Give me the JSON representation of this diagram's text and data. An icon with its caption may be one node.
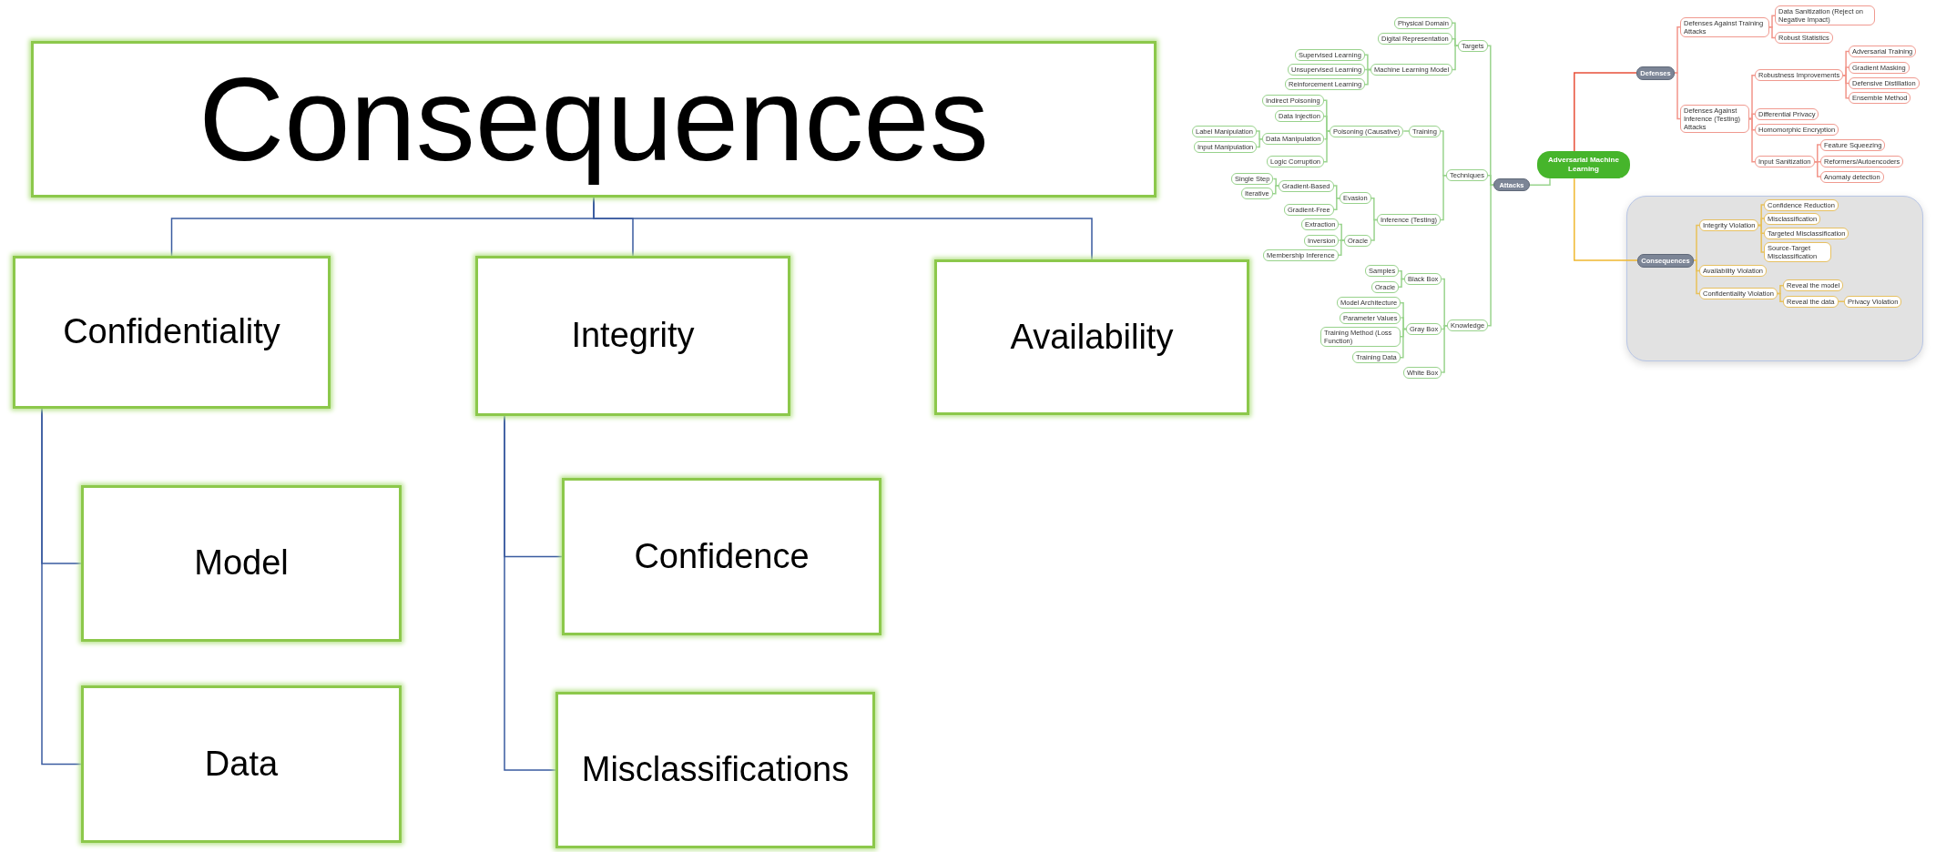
{
  "diagram": {
    "nodes": [
      {
        "text": [
          "Consequences"
        ]
      },
      {
        "text": [
          "Confidentiality"
        ]
      },
      {
        "text": [
          "Integrity"
        ]
      },
      {
        "text": [
          "Availability"
        ]
      },
      {
        "text": [
          "Model"
        ]
      },
      {
        "text": [
          "Data"
        ]
      },
      {
        "text": [
          "Confidence"
        ]
      },
      {
        "text": [
          "Misclassifications"
        ]
      },
      {
        "text": [
          "Adversarial Machine Learning"
        ]
      },
      {
        "text": [
          "Attacks"
        ]
      },
      {
        "text": [
          "Targets"
        ]
      },
      {
        "text": [
          "Physical Domain"
        ]
      },
      {
        "text": [
          "Digital Representation"
        ]
      },
      {
        "text": [
          "Machine Learning Model"
        ]
      },
      {
        "text": [
          "Supervised Learning"
        ]
      },
      {
        "text": [
          "Unsupervised Learning"
        ]
      },
      {
        "text": [
          "Reinforcement Learning"
        ]
      },
      {
        "text": [
          "Techniques"
        ]
      },
      {
        "text": [
          "Training"
        ]
      },
      {
        "text": [
          "Poisoning (Causative)"
        ]
      },
      {
        "text": [
          "Indirect Poisoning"
        ]
      },
      {
        "text": [
          "Data Injection"
        ]
      },
      {
        "text": [
          "Data Manipulation"
        ]
      },
      {
        "text": [
          "Label Manipulation"
        ]
      },
      {
        "text": [
          "Input Manipulation"
        ]
      },
      {
        "text": [
          "Logic Corruption"
        ]
      },
      {
        "text": [
          "Inference (Testing)"
        ]
      },
      {
        "text": [
          "Evasion"
        ]
      },
      {
        "text": [
          "Gradient-Based"
        ]
      },
      {
        "text": [
          "Single Step"
        ]
      },
      {
        "text": [
          "Iterative"
        ]
      },
      {
        "text": [
          "Gradient-Free"
        ]
      },
      {
        "text": [
          "Oracle"
        ]
      },
      {
        "text": [
          "Extraction"
        ]
      },
      {
        "text": [
          "Inversion"
        ]
      },
      {
        "text": [
          "Membership Inference"
        ]
      },
      {
        "text": [
          "Knowledge"
        ]
      },
      {
        "text": [
          "Black Box"
        ]
      },
      {
        "text": [
          "Samples"
        ]
      },
      {
        "text": [
          "Oracle"
        ]
      },
      {
        "text": [
          "Gray Box"
        ]
      },
      {
        "text": [
          "Model Architecture"
        ]
      },
      {
        "text": [
          "Parameter Values"
        ]
      },
      {
        "text": [
          "Training Method (Loss Function)"
        ]
      },
      {
        "text": [
          "Training Data"
        ]
      },
      {
        "text": [
          "White Box"
        ]
      },
      {
        "text": [
          "Defenses"
        ]
      },
      {
        "text": [
          "Defenses Against Training Attacks"
        ]
      },
      {
        "text": [
          "Data Sanitization (Reject on Negative Impact)"
        ]
      },
      {
        "text": [
          "Robust Statistics"
        ]
      },
      {
        "text": [
          "Defenses Against Inference (Testing) Attacks"
        ]
      },
      {
        "text": [
          "Robustness Improvements"
        ]
      },
      {
        "text": [
          "Adversarial Training"
        ]
      },
      {
        "text": [
          "Gradient Masking"
        ]
      },
      {
        "text": [
          "Defensive Distillation"
        ]
      },
      {
        "text": [
          "Ensemble Method"
        ]
      },
      {
        "text": [
          "Differential Privacy"
        ]
      },
      {
        "text": [
          "Homomorphic Encryption"
        ]
      },
      {
        "text": [
          "Input Sanitization"
        ]
      },
      {
        "text": [
          "Feature Squeezing"
        ]
      },
      {
        "text": [
          "Reformers/Autoencoders"
        ]
      },
      {
        "text": [
          "Anomaly detection"
        ]
      },
      {
        "text": [],
        "shape": "box"
      },
      {
        "text": [
          "Consequences"
        ],
        "in": 62
      },
      {
        "text": [
          "Integrity Violation"
        ],
        "in": 62
      },
      {
        "text": [
          "Confidence Reduction"
        ],
        "in": 62
      },
      {
        "text": [
          "Misclassification"
        ],
        "in": 62
      },
      {
        "text": [
          "Targeted Misclassification"
        ],
        "in": 62
      },
      {
        "text": [
          "Source-Target Misclassification"
        ],
        "in": 62
      },
      {
        "text": [
          "Availability Violation"
        ],
        "in": 62
      },
      {
        "text": [
          "Confidentiality Violation"
        ],
        "in": 62
      },
      {
        "text": [
          "Reveal the model"
        ],
        "in": 62
      },
      {
        "text": [
          "Reveal the data"
        ],
        "in": 62
      },
      {
        "text": [
          "Privacy Violation"
        ],
        "in": 62
      }
    ],
    "edges": [
      {
        "from": 0,
        "to": 1,
        "arrow": "none",
        "color": "#3a5ba0"
      },
      {
        "from": 0,
        "to": 2,
        "arrow": "none",
        "color": "#3a5ba0"
      },
      {
        "from": 0,
        "to": 3,
        "arrow": "none",
        "color": "#3a5ba0"
      },
      {
        "from": 1,
        "to": 4,
        "arrow": "none",
        "color": "#3a5ba0"
      },
      {
        "from": 1,
        "to": 5,
        "arrow": "none",
        "color": "#3a5ba0"
      },
      {
        "from": 2,
        "to": 6,
        "arrow": "none",
        "color": "#3a5ba0"
      },
      {
        "from": 2,
        "to": 7,
        "arrow": "none",
        "color": "#3a5ba0"
      },
      {
        "from": 8,
        "to": 9,
        "arrow": "none"
      },
      {
        "from": 9,
        "to": 10,
        "arrow": "none"
      },
      {
        "from": 9,
        "to": 17,
        "arrow": "none"
      },
      {
        "from": 9,
        "to": 36,
        "arrow": "none"
      },
      {
        "from": 10,
        "to": 11,
        "arrow": "none"
      },
      {
        "from": 10,
        "to": 12,
        "arrow": "none"
      },
      {
        "from": 10,
        "to": 13,
        "arrow": "none"
      },
      {
        "from": 13,
        "to": 14,
        "arrow": "none"
      },
      {
        "from": 13,
        "to": 15,
        "arrow": "none"
      },
      {
        "from": 13,
        "to": 16,
        "arrow": "none"
      },
      {
        "from": 17,
        "to": 18,
        "arrow": "none"
      },
      {
        "from": 17,
        "to": 26,
        "arrow": "none"
      },
      {
        "from": 18,
        "to": 19,
        "arrow": "none"
      },
      {
        "from": 19,
        "to": 20,
        "arrow": "none"
      },
      {
        "from": 19,
        "to": 21,
        "arrow": "none"
      },
      {
        "from": 19,
        "to": 22,
        "arrow": "none"
      },
      {
        "from": 19,
        "to": 25,
        "arrow": "none"
      },
      {
        "from": 22,
        "to": 23,
        "arrow": "none"
      },
      {
        "from": 22,
        "to": 24,
        "arrow": "none"
      },
      {
        "from": 26,
        "to": 27,
        "arrow": "none"
      },
      {
        "from": 26,
        "to": 32,
        "arrow": "none"
      },
      {
        "from": 27,
        "to": 28,
        "arrow": "none"
      },
      {
        "from": 27,
        "to": 31,
        "arrow": "none"
      },
      {
        "from": 28,
        "to": 29,
        "arrow": "none"
      },
      {
        "from": 28,
        "to": 30,
        "arrow": "none"
      },
      {
        "from": 32,
        "to": 33,
        "arrow": "none"
      },
      {
        "from": 32,
        "to": 34,
        "arrow": "none"
      },
      {
        "from": 32,
        "to": 35,
        "arrow": "none"
      },
      {
        "from": 36,
        "to": 37,
        "arrow": "none"
      },
      {
        "from": 36,
        "to": 40,
        "arrow": "none"
      },
      {
        "from": 36,
        "to": 45,
        "arrow": "none"
      },
      {
        "from": 37,
        "to": 38,
        "arrow": "none"
      },
      {
        "from": 37,
        "to": 39,
        "arrow": "none"
      },
      {
        "from": 40,
        "to": 41,
        "arrow": "none"
      },
      {
        "from": 40,
        "to": 42,
        "arrow": "none"
      },
      {
        "from": 40,
        "to": 43,
        "arrow": "none"
      },
      {
        "from": 40,
        "to": 44,
        "arrow": "none"
      },
      {
        "from": 8,
        "to": 46,
        "arrow": "none",
        "color": "#e8503a"
      },
      {
        "from": 46,
        "to": 47,
        "arrow": "none",
        "color": "#f2958a"
      },
      {
        "from": 46,
        "to": 50,
        "arrow": "none",
        "color": "#f2958a"
      },
      {
        "from": 47,
        "to": 48,
        "arrow": "none",
        "color": "#f2958a"
      },
      {
        "from": 47,
        "to": 49,
        "arrow": "none",
        "color": "#f2958a"
      },
      {
        "from": 50,
        "to": 51,
        "arrow": "none",
        "color": "#f2958a"
      },
      {
        "from": 50,
        "to": 56,
        "arrow": "none",
        "color": "#f2958a"
      },
      {
        "from": 50,
        "to": 57,
        "arrow": "none",
        "color": "#f2958a"
      },
      {
        "from": 50,
        "to": 58,
        "arrow": "none",
        "color": "#f2958a"
      },
      {
        "from": 51,
        "to": 52,
        "arrow": "none",
        "color": "#f2958a"
      },
      {
        "from": 51,
        "to": 53,
        "arrow": "none",
        "color": "#f2958a"
      },
      {
        "from": 51,
        "to": 54,
        "arrow": "none",
        "color": "#f2958a"
      },
      {
        "from": 51,
        "to": 55,
        "arrow": "none",
        "color": "#f2958a"
      },
      {
        "from": 58,
        "to": 59,
        "arrow": "none",
        "color": "#f2958a"
      },
      {
        "from": 58,
        "to": 60,
        "arrow": "none",
        "color": "#f2958a"
      },
      {
        "from": 58,
        "to": 61,
        "arrow": "none",
        "color": "#f2958a"
      },
      {
        "from": 8,
        "to": 63,
        "arrow": "none",
        "color": "#f0b830"
      },
      {
        "from": 63,
        "to": 64,
        "arrow": "none",
        "color": "#e8c15a"
      },
      {
        "from": 63,
        "to": 69,
        "arrow": "none",
        "color": "#e8c15a"
      },
      {
        "from": 63,
        "to": 70,
        "arrow": "none",
        "color": "#e8c15a"
      },
      {
        "from": 64,
        "to": 65,
        "arrow": "none",
        "color": "#e8c15a"
      },
      {
        "from": 64,
        "to": 66,
        "arrow": "none",
        "color": "#e8c15a"
      },
      {
        "from": 64,
        "to": 67,
        "arrow": "none",
        "color": "#e8c15a"
      },
      {
        "from": 64,
        "to": 68,
        "arrow": "none",
        "color": "#e8c15a"
      },
      {
        "from": 70,
        "to": 71,
        "arrow": "none",
        "color": "#e8c15a"
      },
      {
        "from": 70,
        "to": 72,
        "arrow": "none",
        "color": "#e8c15a"
      },
      {
        "from": 72,
        "to": 73,
        "arrow": "none",
        "color": "#e8c15a"
      }
    ]
  }
}
